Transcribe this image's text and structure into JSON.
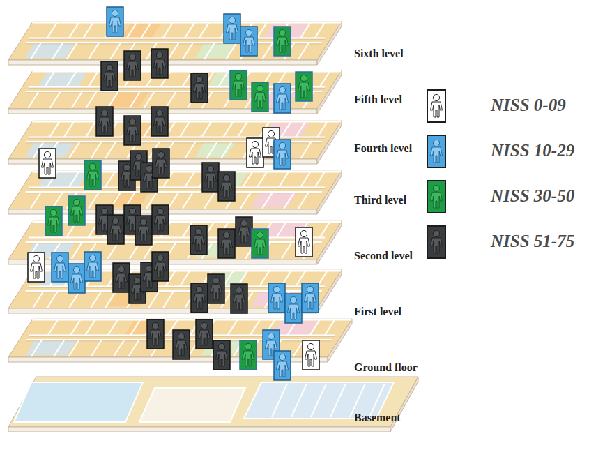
{
  "diagram": {
    "labels": [
      "Sixth level",
      "Fifth level",
      "Fourth level",
      "Third level",
      "Second level",
      "First level",
      "Ground floor",
      "Basement"
    ],
    "legend": [
      {
        "text": "NISS 0-09",
        "color": "#ffffff"
      },
      {
        "text": "NISS 10-29",
        "color": "#4ea6e0"
      },
      {
        "text": "NISS 30-50",
        "color": "#1f9a45"
      },
      {
        "text": "NISS 51-75",
        "color": "#3a3d3f"
      }
    ]
  }
}
